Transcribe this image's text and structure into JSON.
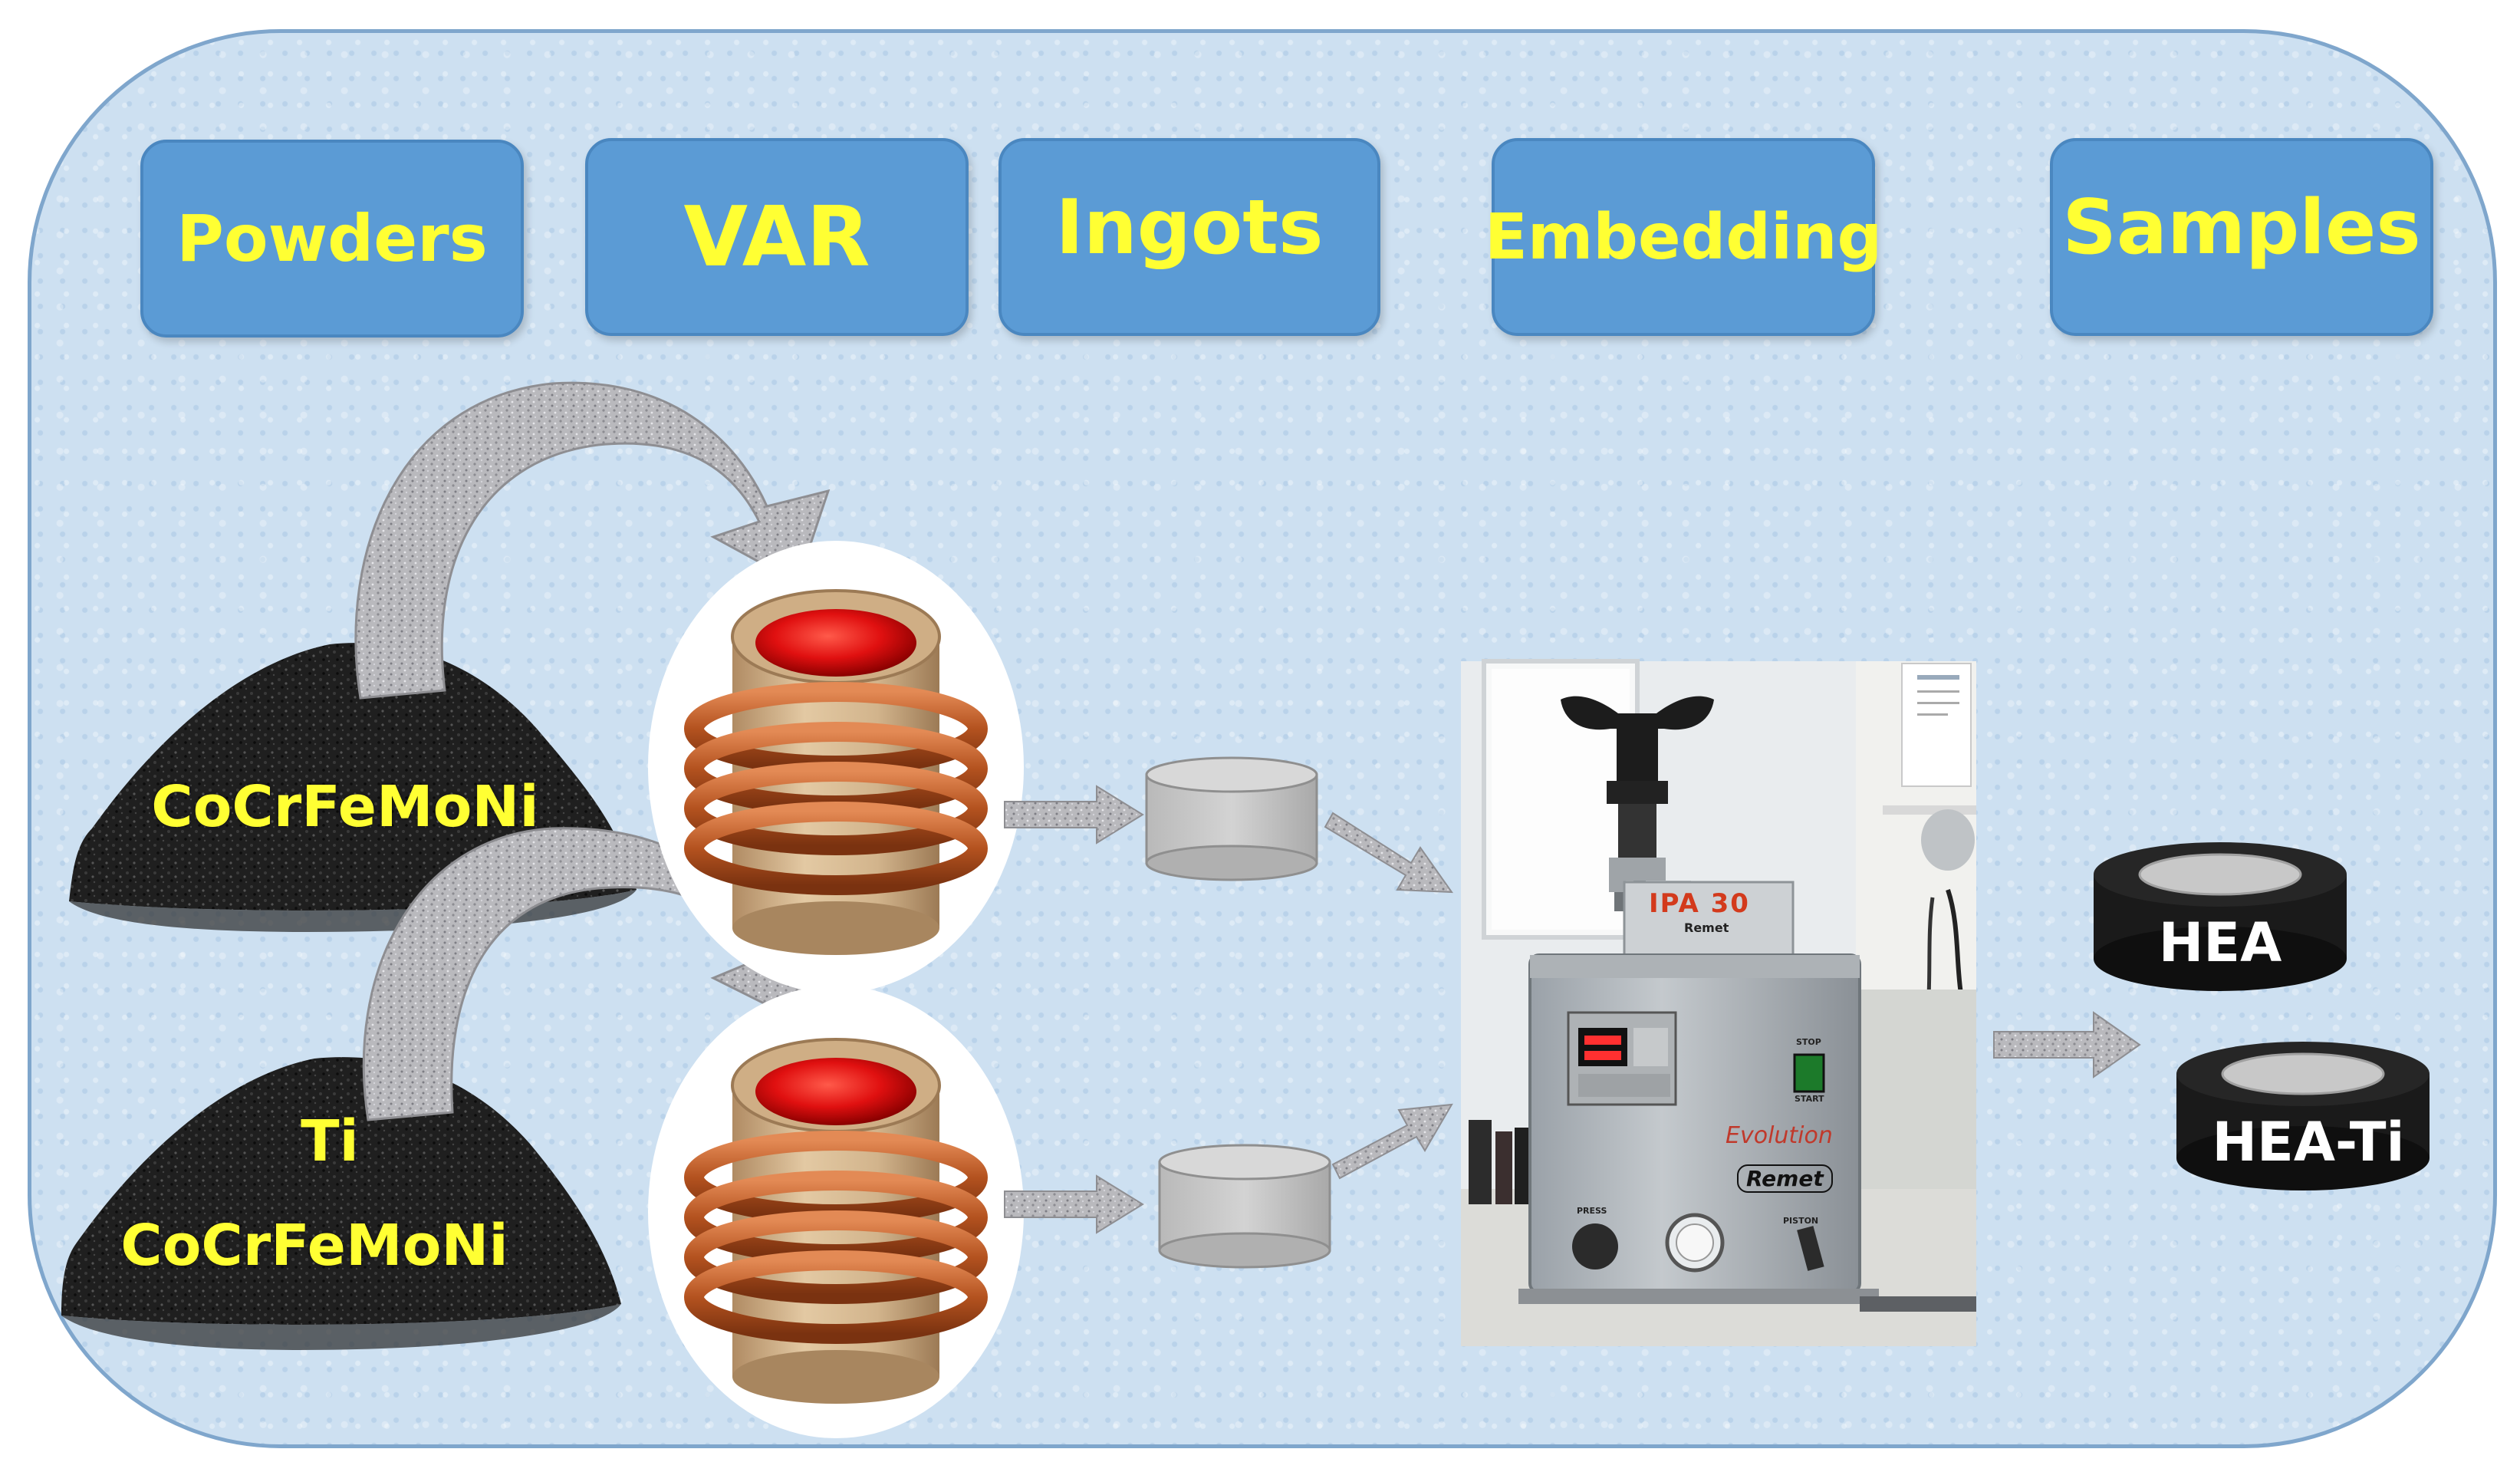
{
  "stages": [
    {
      "id": "powders",
      "label": "Powders"
    },
    {
      "id": "var",
      "label": "VAR"
    },
    {
      "id": "ingots",
      "label": "Ingots"
    },
    {
      "id": "embedding",
      "label": "Embedding"
    },
    {
      "id": "samples",
      "label": "Samples"
    }
  ],
  "powders": {
    "top": "CoCrFeMoNi",
    "bottom_line1": "Ti",
    "bottom_line2": "CoCrFeMoNi"
  },
  "samples": {
    "top": "HEA",
    "bottom": "HEA-Ti"
  },
  "press": {
    "model": "IPA 30",
    "brand": "Remet",
    "series": "Evolution",
    "stop": "STOP",
    "start": "START",
    "knob_left": "PRESS",
    "knob_right": "PISTON"
  },
  "colors": {
    "panel": "#cde0f1",
    "button": "#5b9bd5",
    "label_text": "#ffff33",
    "copper": "#c0622d",
    "melt": "#e01010",
    "ingot": "#c8c8c8"
  }
}
